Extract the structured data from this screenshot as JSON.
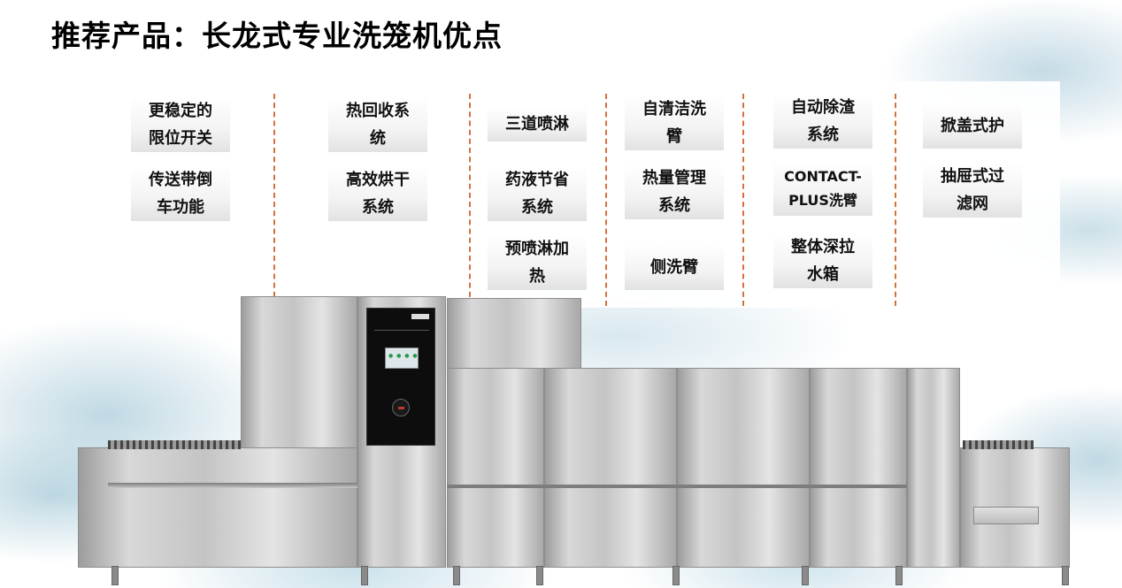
{
  "title": "推荐产品：长龙式专业洗笼机优点",
  "columns": [
    {
      "items": [
        [
          "更稳定的",
          "限位开关"
        ],
        [
          "传送带倒",
          "车功能"
        ]
      ]
    },
    {
      "items": [
        [
          "热回收系",
          "统"
        ],
        [
          "高效烘干",
          "系统"
        ]
      ]
    },
    {
      "items": [
        [
          "三道喷淋"
        ],
        [
          "药液节省",
          "系统"
        ],
        [
          "预喷淋加",
          "热"
        ]
      ]
    },
    {
      "items": [
        [
          "自清洁洗",
          "臂"
        ],
        [
          "热量管理",
          "系统"
        ],
        [
          "侧洗臂"
        ]
      ]
    },
    {
      "items": [
        [
          "自动除渣",
          "系统"
        ],
        [
          "CONTACT-",
          "PLUS洗臂"
        ],
        [
          "整体深拉",
          "水箱"
        ]
      ]
    },
    {
      "items": [
        [
          "掀盖式护"
        ],
        [
          "抽屉式过",
          "滤网"
        ]
      ]
    }
  ],
  "colors": {
    "divider": "#d4713b",
    "title": "#000000"
  },
  "image": {
    "subject": "stainless steel flight-type rack dishwasher machine",
    "icon": "dishwasher-machine"
  }
}
